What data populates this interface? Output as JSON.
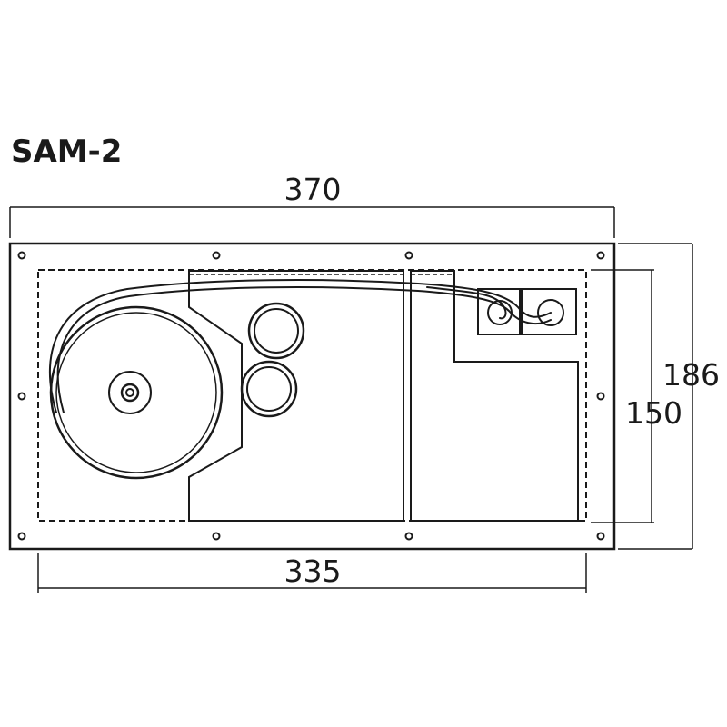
{
  "title": "SAM-2",
  "dimensions": {
    "overall_width": "370",
    "inner_width": "335",
    "overall_height": "186",
    "inner_height": "150"
  },
  "colors": {
    "line": "#1a1a1a",
    "background": "#ffffff"
  }
}
